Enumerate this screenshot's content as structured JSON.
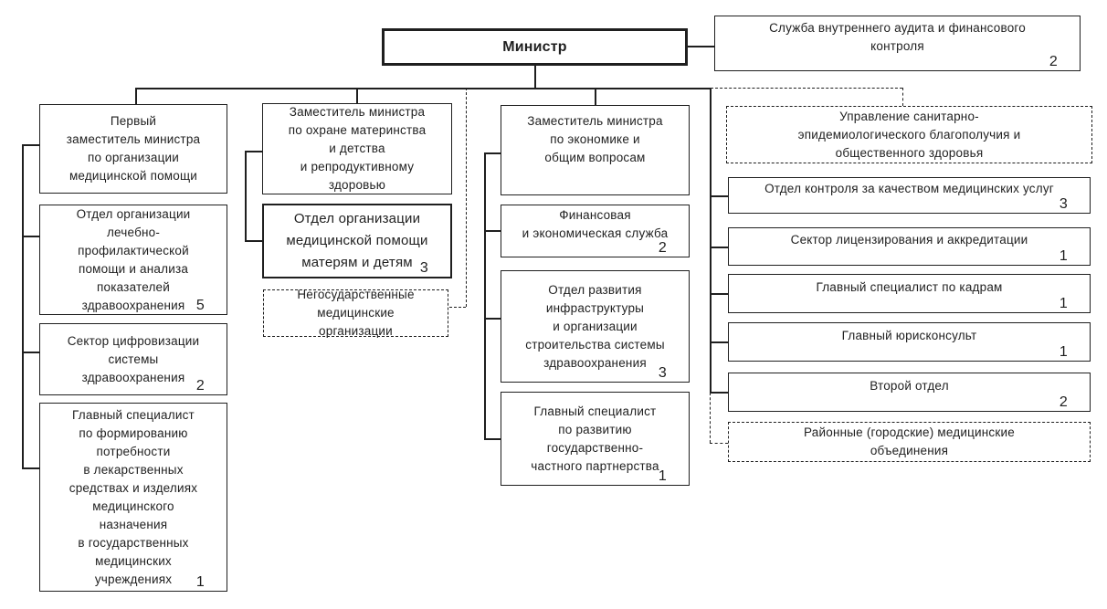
{
  "colors": {
    "line": "#1f1f1f",
    "background": "#ffffff",
    "text": "#1f1f1f"
  },
  "nodes": {
    "minister": {
      "label": "Министр"
    },
    "audit": {
      "label": "Служба внутреннего аудита и финансового\nконтроля",
      "count": "2"
    },
    "c1b1": {
      "label": "Первый\nзаместитель министра\nпо организации\nмедицинской помощи"
    },
    "c1b2": {
      "label": "Отдел организации\nлечебно-\nпрофилактической\nпомощи и анализа\nпоказателей\nздравоохранения",
      "count": "5"
    },
    "c1b3": {
      "label": "Сектор цифровизации\nсистемы\nздравоохранения",
      "count": "2"
    },
    "c1b4": {
      "label": "Главный специалист\nпо формированию\nпотребности\nв лекарственных\nсредствах и изделиях\nмедицинского\nназначения\nв государственных\nмедицинских\nучреждениях",
      "count": "1"
    },
    "c2b1": {
      "label": "Заместитель министра\nпо охране материнства\nи детства\nи репродуктивному\nздоровью"
    },
    "c2b2": {
      "label": "Отдел организации\nмедицинской помощи\nматерям и детям",
      "count": "3"
    },
    "c2b3": {
      "label": "Негосударственные\nмедицинские\nорганизации"
    },
    "c3b1": {
      "label": "Заместитель министра\nпо экономике и\nобщим вопросам"
    },
    "c3b2": {
      "label": "Финансовая\nи экономическая служба",
      "count": "2"
    },
    "c3b3": {
      "label": "Отдел развития\nинфраструктуры\nи организации\nстроительства системы\nздравоохранения",
      "count": "3"
    },
    "c3b4": {
      "label": "Главный специалист\nпо развитию\nгосударственно-\nчастного партнерства",
      "count": "1"
    },
    "c4b1": {
      "label": "Управление санитарно-\nэпидемиологического благополучия и\nобщественного здоровья"
    },
    "c4b2": {
      "label": "Отдел контроля за качеством медицинских услуг",
      "count": "3"
    },
    "c4b3": {
      "label": "Сектор лицензирования и аккредитации",
      "count": "1"
    },
    "c4b4": {
      "label": "Главный специалист по кадрам",
      "count": "1"
    },
    "c4b5": {
      "label": "Главный юрисконсульт",
      "count": "1"
    },
    "c4b6": {
      "label": "Второй отдел",
      "count": "2"
    },
    "c4b7": {
      "label": "Районные (городские) медицинские\nобъединения"
    }
  }
}
